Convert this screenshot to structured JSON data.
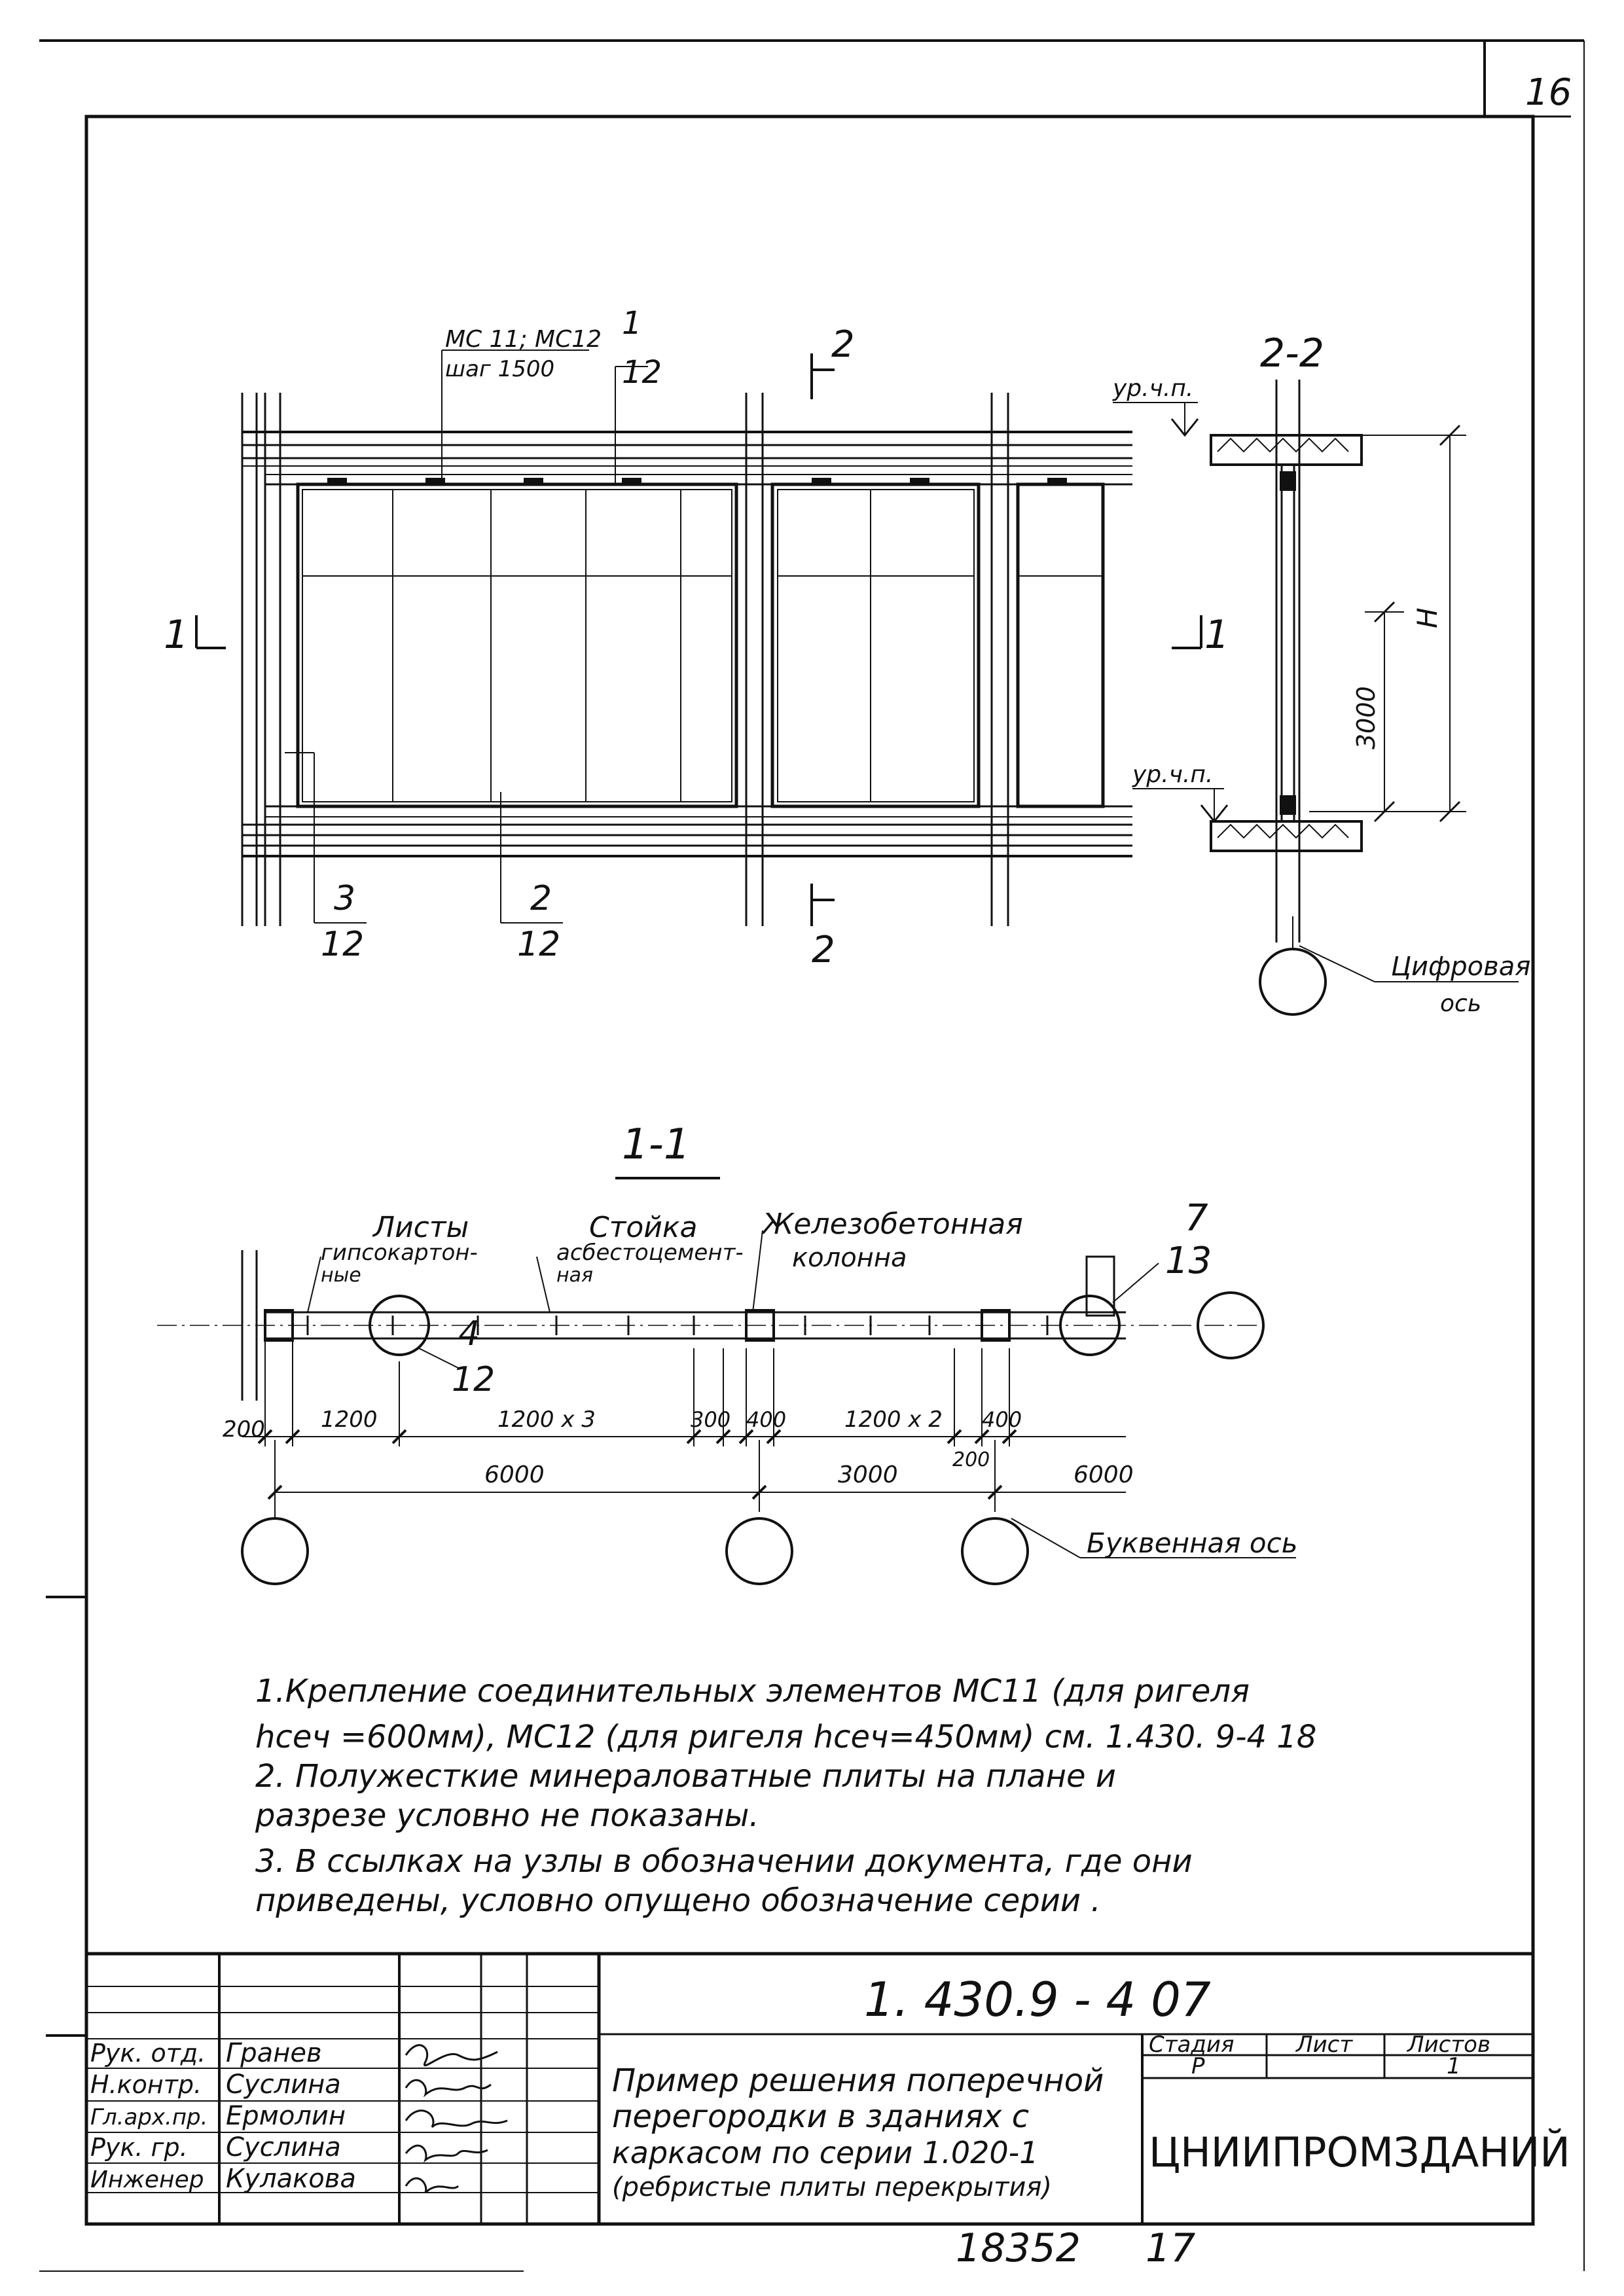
{
  "sheet_number": "16",
  "elevation": {
    "connector_label": "МС 11; МС12",
    "step_label": "шаг 1500",
    "callout_1": {
      "num": "1",
      "den": "12"
    },
    "callout_2": {
      "num": "2",
      "den": "12"
    },
    "callout_3": {
      "num": "3",
      "den": "12"
    },
    "section_mark_2": "2",
    "section_mark_1": "1"
  },
  "section_2_2": {
    "title": "2-2",
    "level_top": "ур.ч.п.",
    "level_bottom": "ур.ч.п.",
    "dim_h": "Н",
    "dim_3000": "3000",
    "axis_label_1": "Цифровая",
    "axis_label_2": "ось"
  },
  "section_1_1": {
    "title": "1-1",
    "label_sheets_1": "Листы",
    "label_sheets_2": "гипсокартон-",
    "label_sheets_3": "ные",
    "label_post_1": "Стойка",
    "label_post_2": "асбестоцемент-",
    "label_post_3": "ная",
    "label_column_1": "Железобетонная",
    "label_column_2": "колонна",
    "callout_4": {
      "num": "4",
      "den": "12"
    },
    "callout_7": {
      "num": "7",
      "den": "13"
    },
    "dims": {
      "d200_left": "200",
      "d1200": "1200",
      "d1200x3": "1200 х 3",
      "d300": "300",
      "d400a": "400",
      "d1200x2": "1200 х 2",
      "d400b": "400",
      "d6000a": "6000",
      "d3000": "3000",
      "d200": "200",
      "d6000b": "6000"
    },
    "axis_label": "Буквенная ось"
  },
  "notes": [
    "1.Крепление соединительных элементов МС11 (для ригеля",
    "hсеч =600мм), МС12 (для ригеля hсеч=450мм) см. 1.430. 9-4 18",
    "2. Полужесткие минераловатные плиты на плане и",
    "разрезе условно не показаны.",
    "3. В ссылках на узлы в обозначении документа, где они",
    "приведены, условно опущено обозначение серии ."
  ],
  "title_block": {
    "doc_code": "1. 430.9 - 4 07",
    "roles": [
      "Рук. отд.",
      "Н.контр.",
      "Гл.арх.пр.",
      "Рук. гр.",
      "Инженер"
    ],
    "names": [
      "Гранев",
      "Суслина",
      "Ермолин",
      "Суслина",
      "Кулакова"
    ],
    "title_lines": [
      "Пример решения поперечной",
      "перегородки в зданиях с",
      "каркасом по серии 1.020-1",
      "(ребристые плиты перекрытия)"
    ],
    "stage_header": "Стадия",
    "sheet_header": "Лист",
    "sheets_header": "Листов",
    "stage_value": "Р",
    "sheets_value": "1",
    "organization": "ЦНИИПРОМЗДАНИЙ"
  },
  "footer_number_1": "18352",
  "footer_number_2": "17"
}
